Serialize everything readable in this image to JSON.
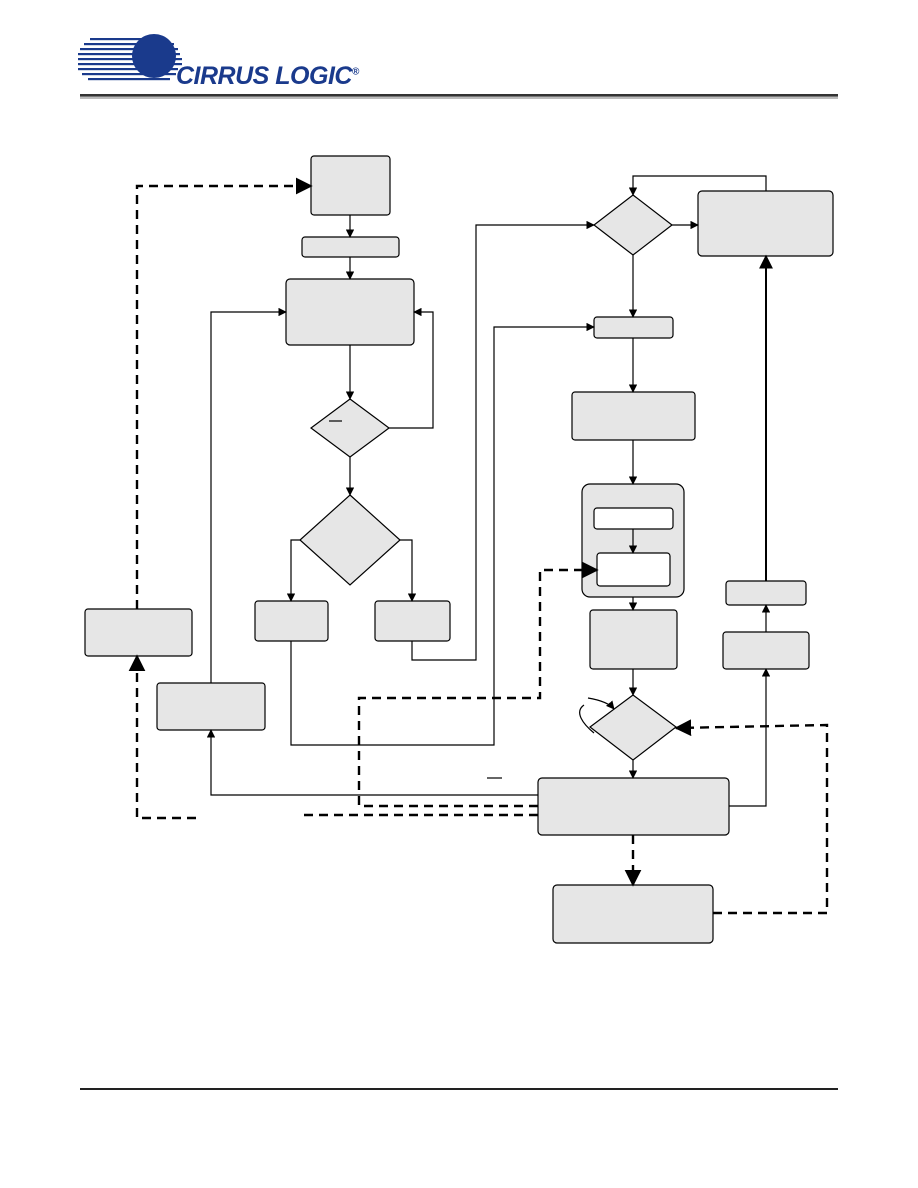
{
  "brand": {
    "name": "CIRRUS LOGIC",
    "trademark": "®",
    "logo_icon": "striped-globe-logo"
  },
  "colors": {
    "brand_blue": "#1a3a8c",
    "box_fill": "#e6e6e6",
    "line": "#000000"
  },
  "diagram": {
    "boxes": [
      {
        "id": "start-box"
      },
      {
        "id": "small-step-box"
      },
      {
        "id": "process-box"
      },
      {
        "id": "left-branch-box"
      },
      {
        "id": "right-branch-box"
      },
      {
        "id": "far-left-box"
      },
      {
        "id": "lower-left-box"
      },
      {
        "id": "top-right-box"
      },
      {
        "id": "right-merge-box"
      },
      {
        "id": "right-process-box"
      },
      {
        "id": "inner-box-top"
      },
      {
        "id": "inner-box-bottom"
      },
      {
        "id": "right-output-box"
      },
      {
        "id": "far-right-small-box"
      },
      {
        "id": "far-right-box"
      },
      {
        "id": "bottom-main-box"
      },
      {
        "id": "bottom-output-box"
      }
    ],
    "decisions": [
      {
        "id": "small-decision"
      },
      {
        "id": "large-decision"
      },
      {
        "id": "top-right-decision"
      },
      {
        "id": "bottom-right-decision"
      }
    ]
  }
}
